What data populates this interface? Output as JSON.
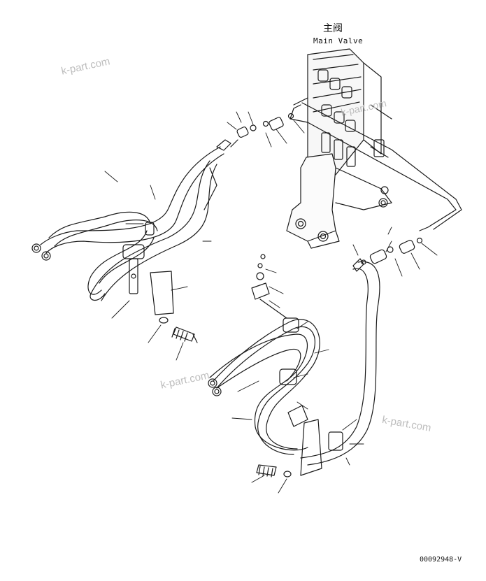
{
  "labels": {
    "main_valve_cn": "主阀",
    "main_valve_en": "Main Valve",
    "drawing_code": "00092948-V"
  },
  "watermarks": [
    "k-part.com",
    "k-part.com",
    "k-part.com",
    "k-part.com"
  ]
}
